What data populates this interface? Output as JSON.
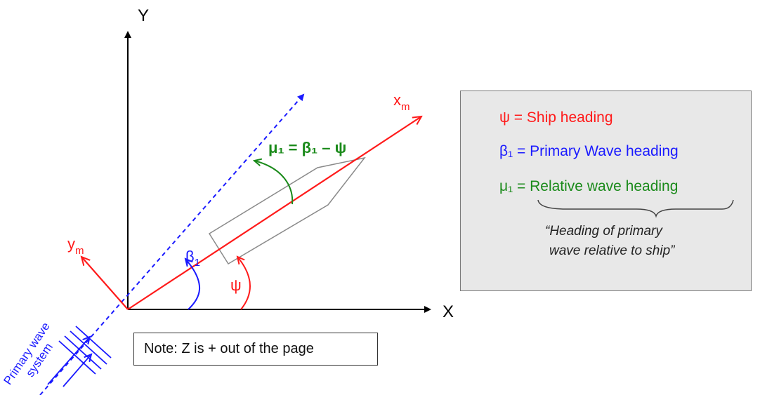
{
  "axes": {
    "x_label": "X",
    "y_label": "Y",
    "ship_x_label": "x",
    "ship_x_sub": "m",
    "ship_y_label": "y",
    "ship_y_sub": "m"
  },
  "angles": {
    "psi_label": "ψ",
    "beta_label": "β",
    "beta_sub": "1",
    "mu_equation": "μ₁ = β₁ – ψ"
  },
  "wave_system_label": "Primary wave\nsystem",
  "wave_system_line1": "Primary wave",
  "wave_system_line2": "system",
  "note": "Note: Z is + out of the page",
  "legend": {
    "psi_line": "ψ = Ship heading",
    "beta_line": "β₁ = Primary Wave heading",
    "mu_line": "μ₁ = Relative wave heading",
    "quote_line1": "“Heading of primary",
    "quote_line2": "wave relative to ship”"
  },
  "colors": {
    "ship_axis": "#ff1a1a",
    "wave": "#1a1aff",
    "relative": "#1a8a1a",
    "axes": "#000000",
    "ship_outline": "#8a8a8a"
  }
}
